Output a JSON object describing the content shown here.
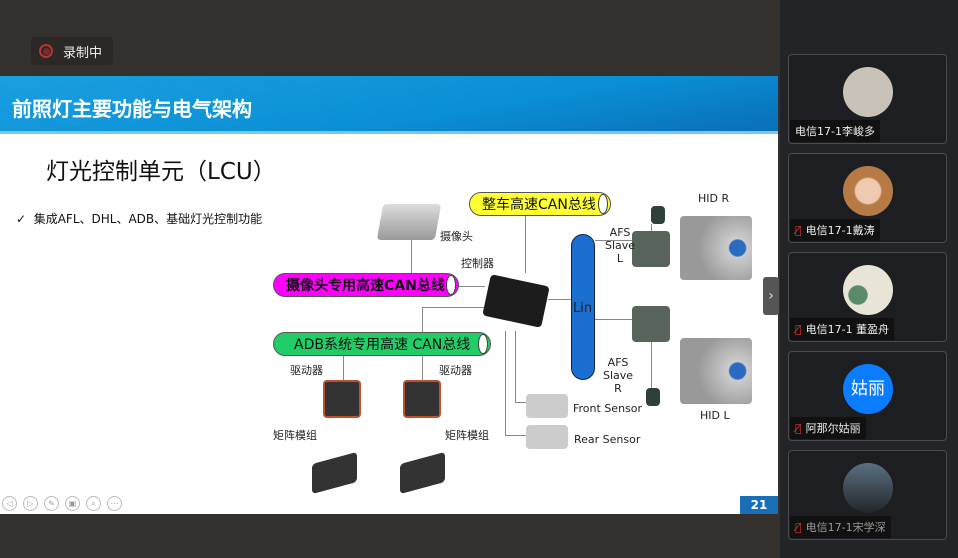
{
  "recording": {
    "label": "录制中"
  },
  "slide": {
    "title": "前照灯主要功能与电气架构",
    "subtitle": "灯光控制单元（LCU）",
    "bullet": "集成AFL、DHL、ADB、基础灯光控制功能",
    "bullet_mark": "✓",
    "page_number": "21",
    "diagram": {
      "vehicle_can": "整车高速CAN总线",
      "camera_can": "摄像头专用高速CAN总线",
      "adb_can": "ADB系统专用高速 CAN总线",
      "camera": "摄像头",
      "controller": "控制器",
      "lin": "Lin",
      "afs_l": "AFS Slave L",
      "afs_r": "AFS Slave R",
      "hid_r": "HID R",
      "hid_l": "HID L",
      "driver_1": "驱动器",
      "driver_2": "驱动器",
      "matrix_1": "矩阵模组",
      "matrix_2": "矩阵模组",
      "front_sensor": "Front Sensor",
      "rear_sensor": "Rear Sensor"
    },
    "nav_icons": [
      "prev-icon",
      "next-icon",
      "pen-icon",
      "slides-icon",
      "zoom-icon",
      "more-icon"
    ]
  },
  "participants": [
    {
      "name": "电信17-1李峻多",
      "muted": false,
      "avatar_color": "#c9c2b8"
    },
    {
      "name": "电信17-1戴涛",
      "muted": true,
      "avatar_color": "#b77a45"
    },
    {
      "name": "电信17-1 董盈舟",
      "muted": true,
      "avatar_color": "#e8e4d8"
    },
    {
      "name": "阿那尔姑丽",
      "muted": true,
      "avatar_color": "#0a7cff",
      "avatar_text": "姑丽"
    },
    {
      "name": "电信17-1宋学深",
      "muted": true,
      "avatar_color": "#3a4550"
    }
  ]
}
